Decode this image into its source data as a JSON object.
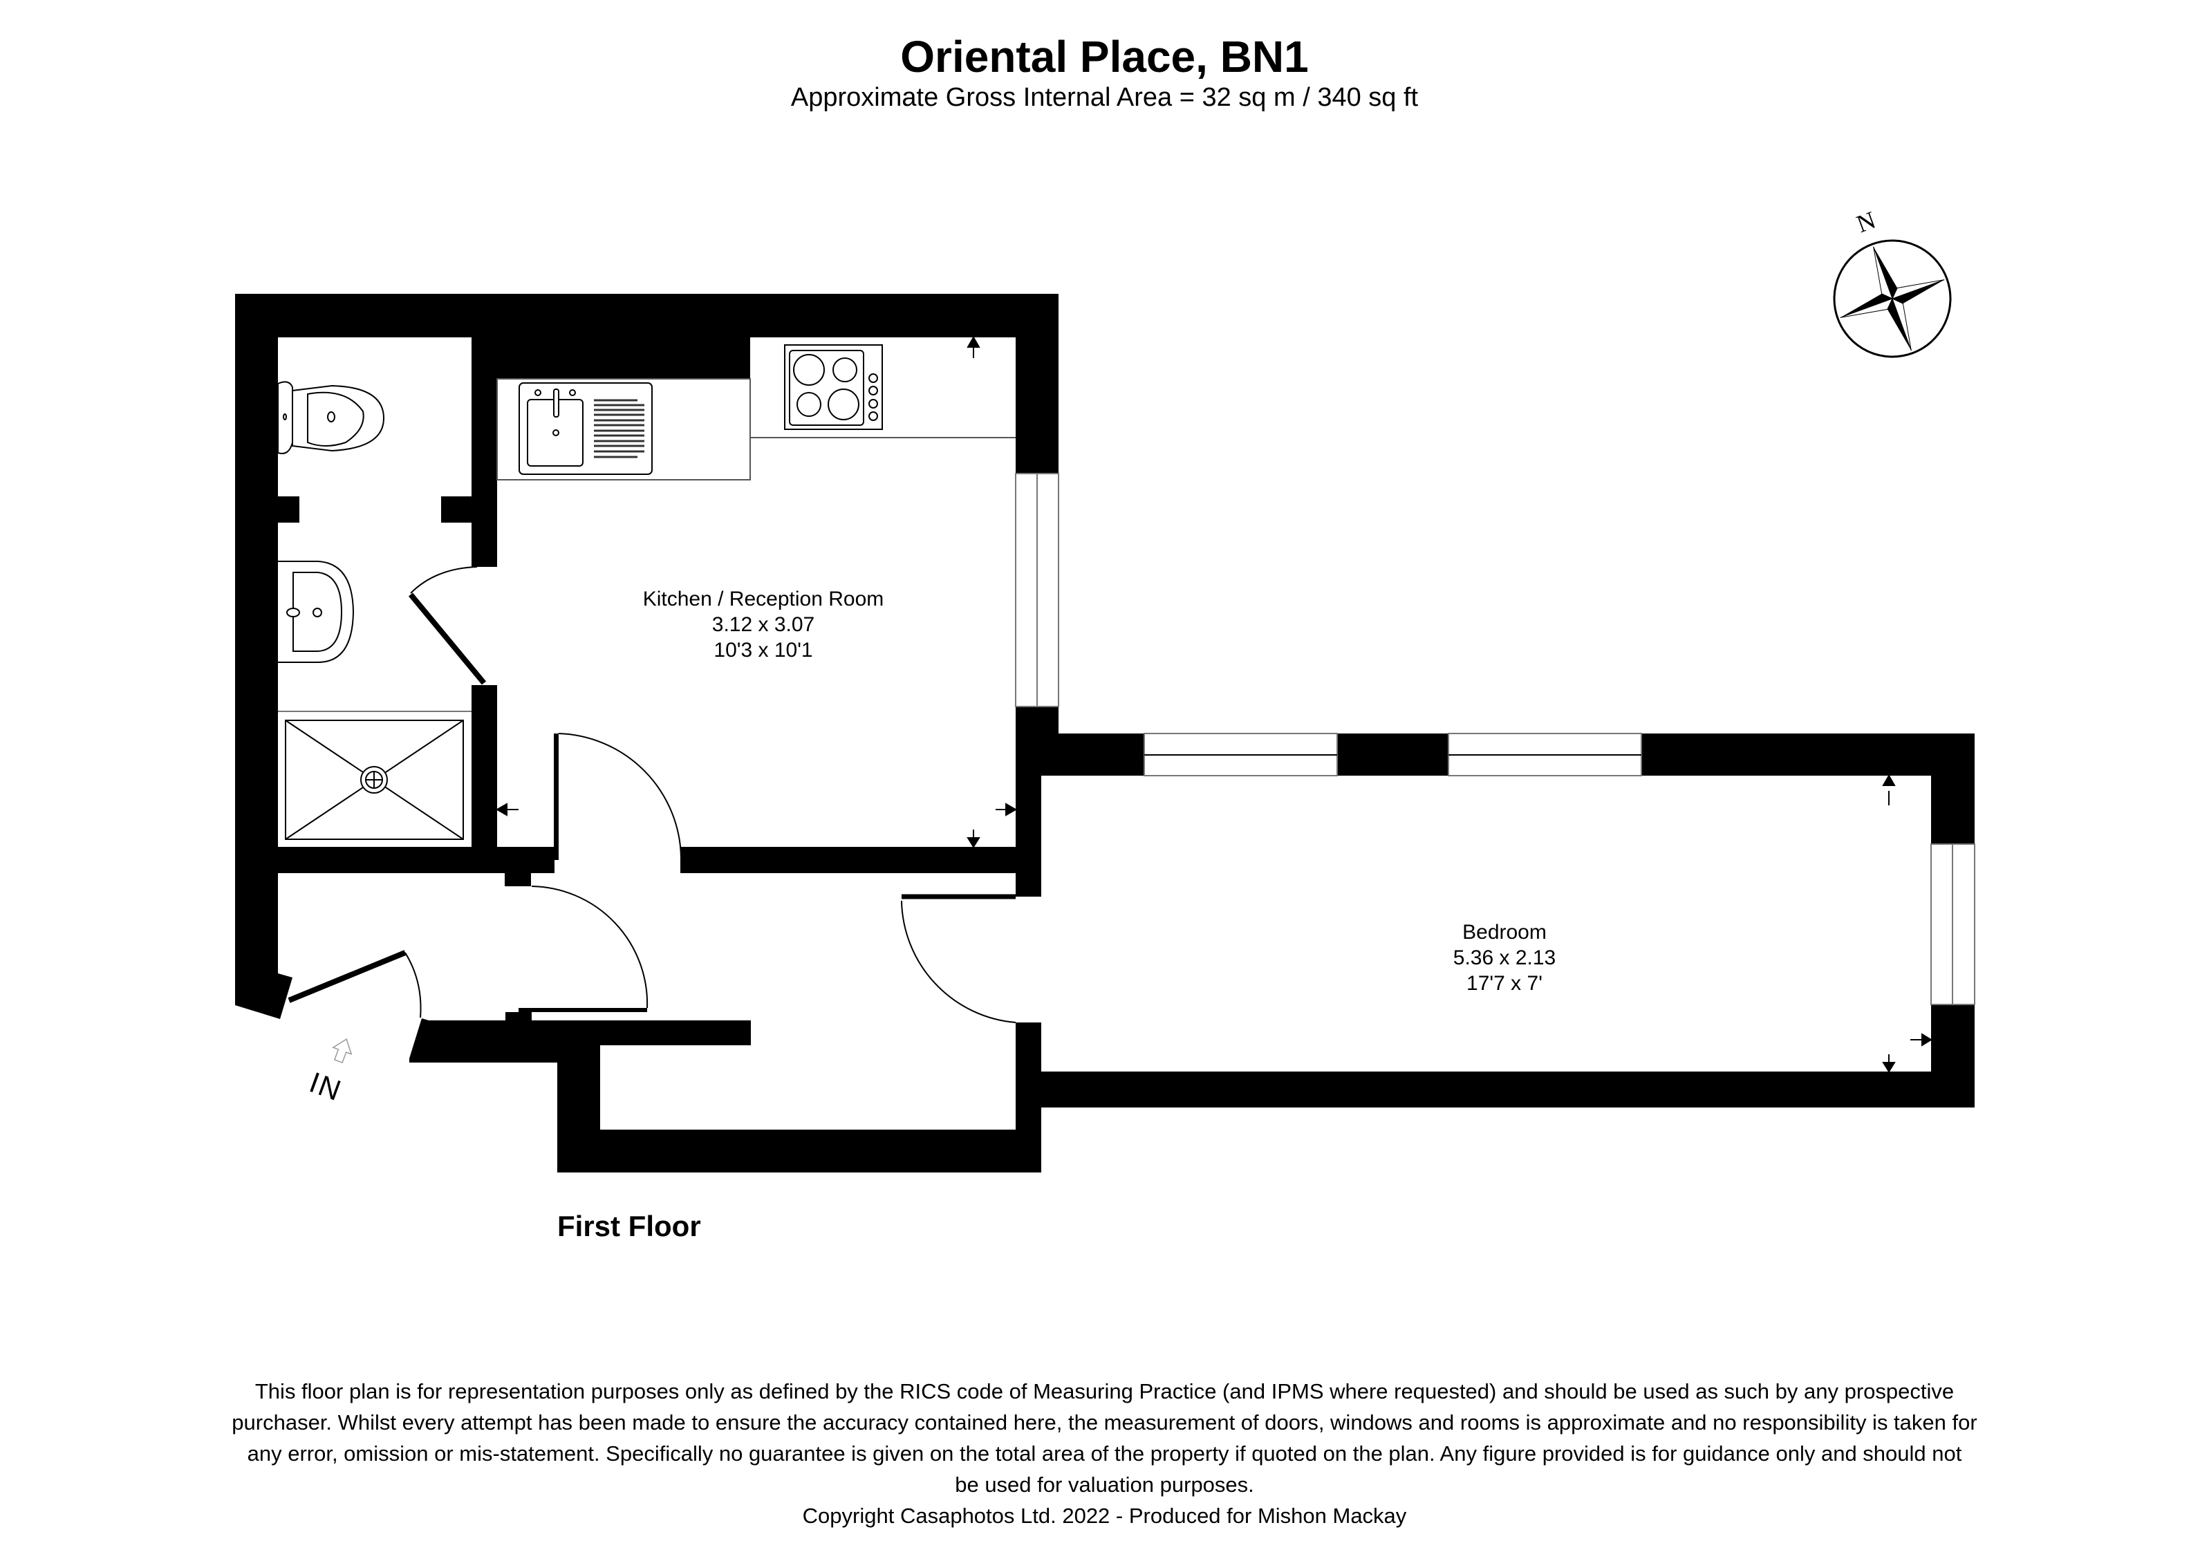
{
  "header": {
    "title": "Oriental Place, BN1",
    "subtitle": "Approximate Gross Internal Area = 32 sq m / 340 sq ft"
  },
  "compass": {
    "label": "N",
    "icon": "compass-rose-icon"
  },
  "rooms": [
    {
      "name": "Kitchen / Reception Room",
      "metric": "3.12 x 3.07",
      "imperial": "10'3 x 10'1"
    },
    {
      "name": "Bedroom",
      "metric": "5.36 x 2.13",
      "imperial": "17'7 x 7'"
    }
  ],
  "fixtures": [
    "toilet-icon",
    "basin-icon",
    "shower-tray-icon",
    "sink-drainer-icon",
    "hob-icon"
  ],
  "entrance": {
    "label": "IN",
    "icon": "entrance-arrow-icon"
  },
  "floor_label": "First Floor",
  "disclaimer": {
    "lines": [
      "This floor plan is for representation purposes only as defined by the RICS code of Measuring Practice (and IPMS where requested) and should be used as such by any prospective",
      "purchaser. Whilst every attempt has been made to ensure the accuracy contained here, the measurement of doors, windows and rooms is approximate and no responsibility is taken for",
      "any error, omission or mis-statement. Specifically no guarantee is given on the total area of the property if quoted on the plan. Any figure provided is for guidance only and should not",
      "be used for valuation purposes."
    ],
    "copyright": "Copyright Casaphotos Ltd. 2022 - Produced for Mishon Mackay"
  },
  "colors": {
    "wall": "#000000",
    "background": "#ffffff",
    "line": "#555555"
  }
}
